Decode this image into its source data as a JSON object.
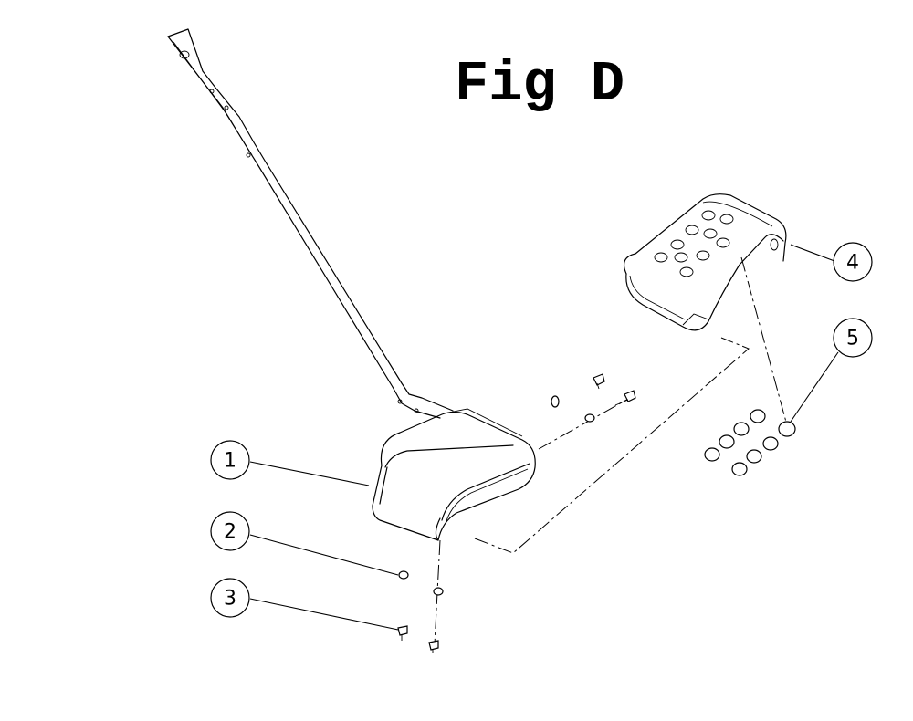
{
  "title": "Fig D",
  "balloons": [
    {
      "id": "1",
      "label": "1"
    },
    {
      "id": "2",
      "label": "2"
    },
    {
      "id": "3",
      "label": "3"
    },
    {
      "id": "4",
      "label": "4"
    },
    {
      "id": "5",
      "label": "5"
    }
  ]
}
